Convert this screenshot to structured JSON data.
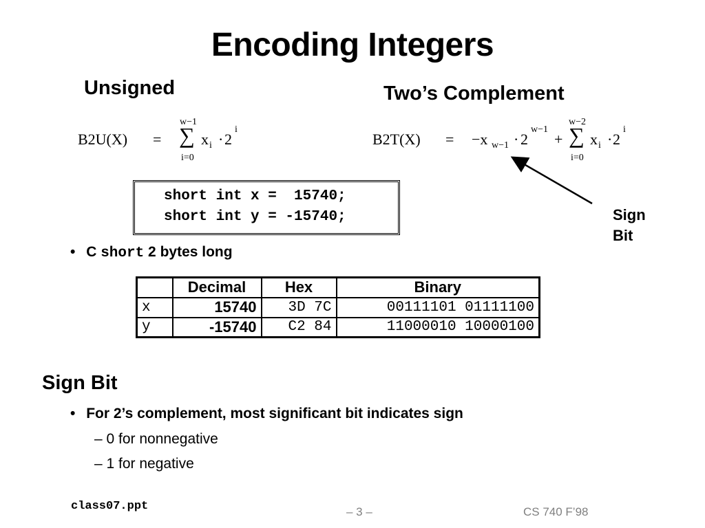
{
  "title": "Encoding Integers",
  "unsigned": {
    "heading": "Unsigned",
    "formula": {
      "lhs": "B2U(X)",
      "eq": "=",
      "sum_upper": "w−1",
      "sum_lower": "i=0",
      "sigma": "∑",
      "term": "x",
      "term_sub": "i",
      "dot": "·",
      "two": "2",
      "exp": "i"
    }
  },
  "twos": {
    "heading": "Two’s Complement",
    "formula": {
      "lhs": "B2T(X)",
      "eq": "=",
      "neg": "−x",
      "neg_sub": "w−1",
      "dot1": "·",
      "two1": "2",
      "exp1": "w−1",
      "plus": "+",
      "sum_upper": "w−2",
      "sum_lower": "i=0",
      "sigma": "∑",
      "term": "x",
      "term_sub": "i",
      "dot2": "·",
      "two2": "2",
      "exp2": "i"
    },
    "sign_bit_label_1": "Sign",
    "sign_bit_label_2": "Bit"
  },
  "code": {
    "line1": "short int x =  15740;",
    "line2": "short int y = -15740;"
  },
  "bullet_short": {
    "bullet": "•",
    "prefix": "C ",
    "mono": "short",
    "suffix": " 2 bytes long"
  },
  "table": {
    "headers": [
      "",
      "Decimal",
      "Hex",
      "Binary"
    ],
    "rows": [
      {
        "label": "x",
        "decimal": "15740",
        "hex": "3D 7C",
        "binary": "00111101 01111100"
      },
      {
        "label": "y",
        "decimal": "-15740",
        "hex": "C2 84",
        "binary": "11000010 10000100"
      }
    ]
  },
  "sign_bit_section": {
    "heading": "Sign Bit",
    "bullet": "•",
    "point": "For 2’s complement, most significant bit indicates sign",
    "sub1": "– 0 for nonnegative",
    "sub2": "– 1 for negative"
  },
  "footer": {
    "left": "class07.ppt",
    "center": "– 3 –",
    "right": "CS 740 F’98"
  }
}
